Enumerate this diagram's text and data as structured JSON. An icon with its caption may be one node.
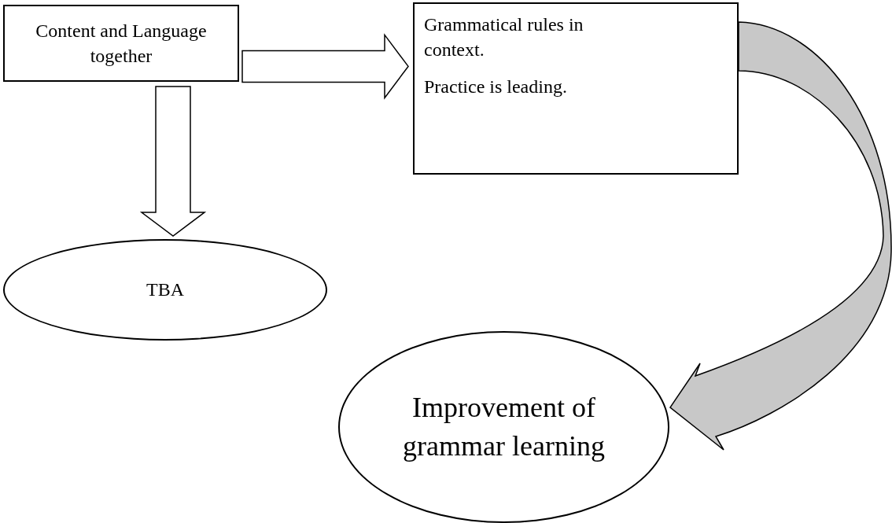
{
  "diagram": {
    "nodes": [
      {
        "text": [
          "Content and Language together"
        ]
      },
      {
        "text": [
          "Grammatical rules in context.",
          "Practice is leading."
        ]
      },
      {
        "text": [
          "TBA"
        ]
      },
      {
        "text": [
          "Improvement of grammar learning"
        ]
      }
    ],
    "edges": [
      {
        "from": 0,
        "to": 1,
        "arrow": "to"
      },
      {
        "from": 0,
        "to": 2,
        "arrow": "to"
      },
      {
        "from": 1,
        "to": 3,
        "arrow": "to",
        "color": "#c8c8c8"
      }
    ]
  }
}
